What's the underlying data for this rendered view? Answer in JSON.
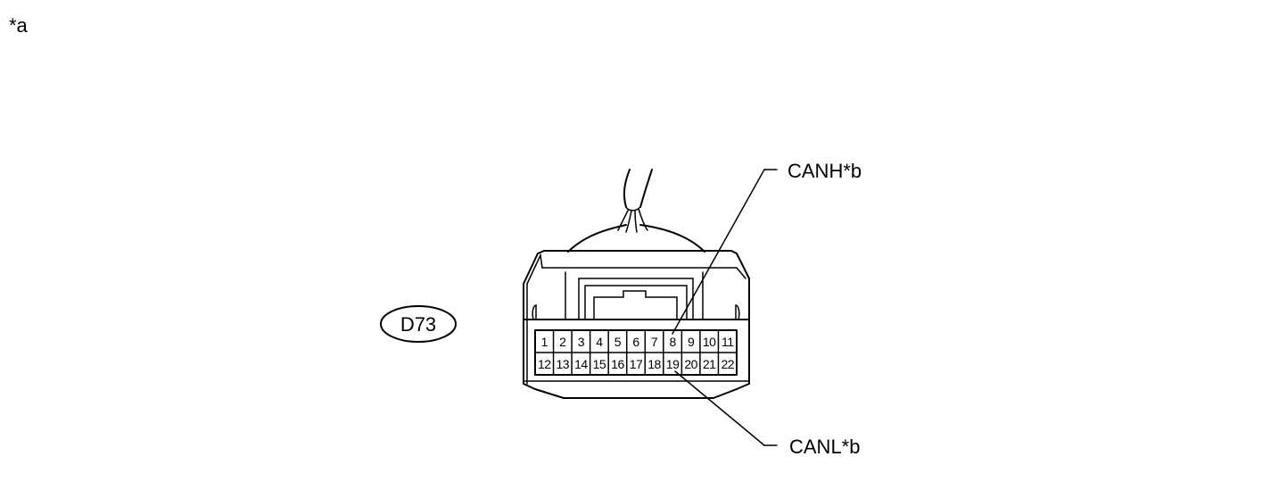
{
  "figure_marker": "*a",
  "connector": {
    "code": "D73",
    "pins_row1": [
      "1",
      "2",
      "3",
      "4",
      "5",
      "6",
      "7",
      "8",
      "9",
      "10",
      "11"
    ],
    "pins_row2": [
      "12",
      "13",
      "14",
      "15",
      "16",
      "17",
      "18",
      "19",
      "20",
      "21",
      "22"
    ]
  },
  "callouts": {
    "canh": "CANH*b",
    "canl": "CANL*b"
  }
}
